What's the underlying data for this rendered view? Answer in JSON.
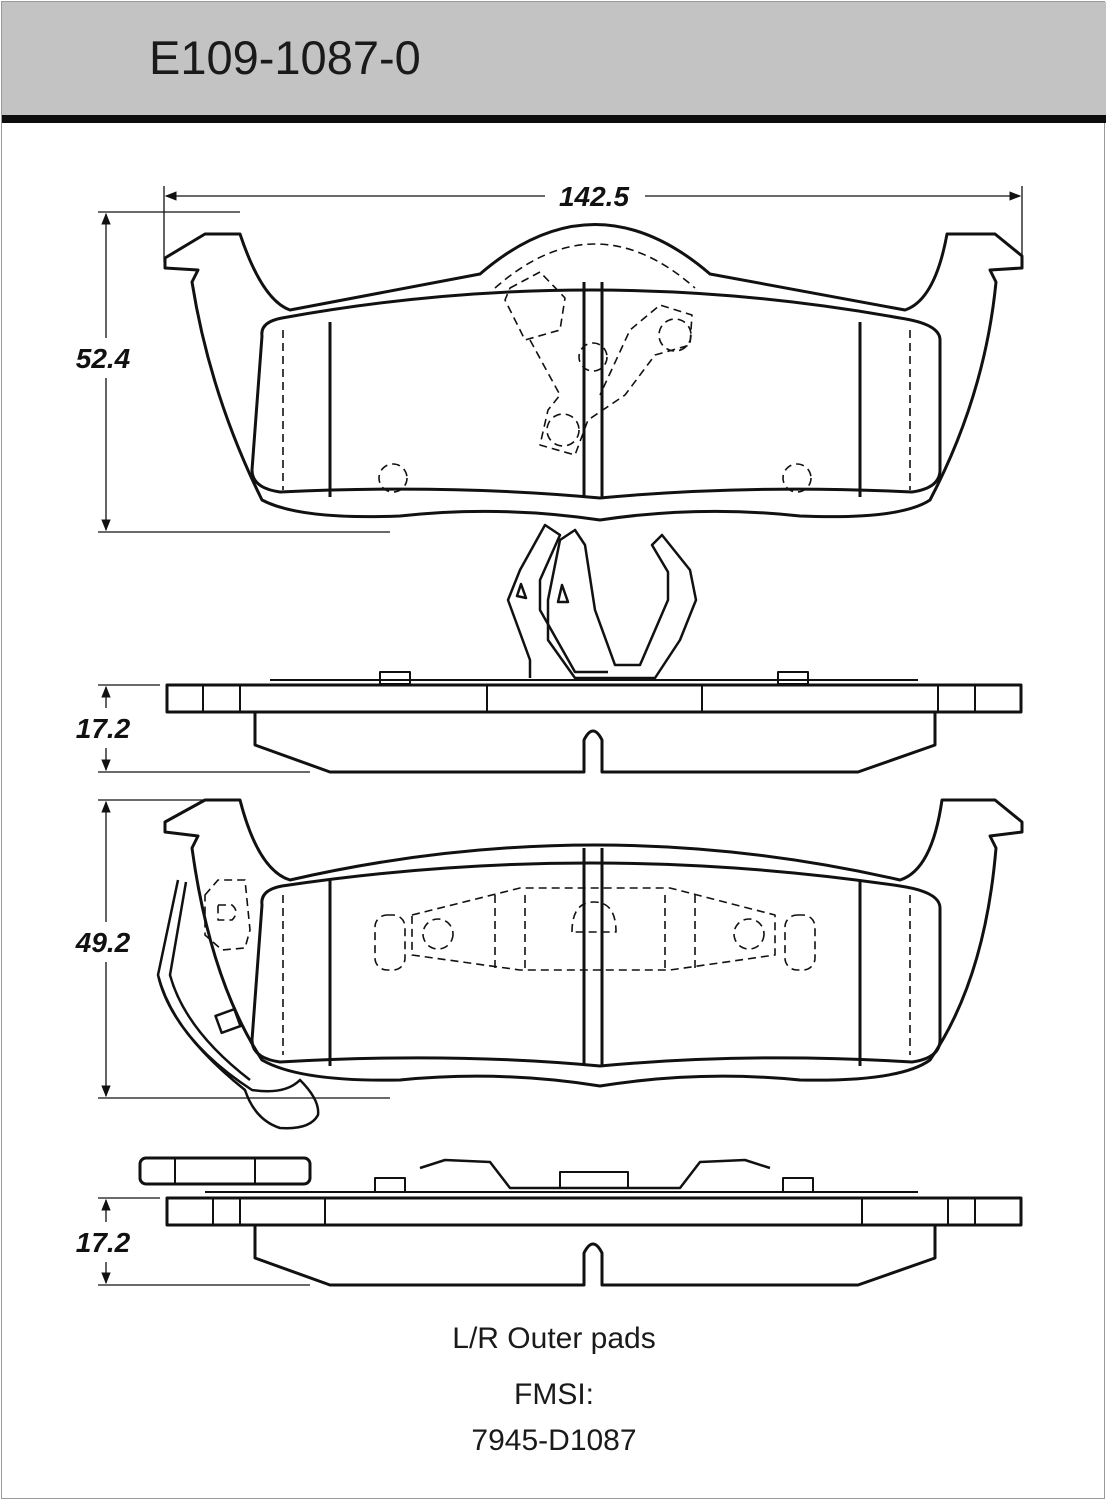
{
  "header": {
    "part_number": "E109-1087-0"
  },
  "dimensions": {
    "width": "142.5",
    "inner_pad_height": "52.4",
    "inner_pad_thickness": "17.2",
    "outer_pad_height": "49.2",
    "outer_pad_thickness": "17.2"
  },
  "caption": {
    "pad_type": "L/R Outer pads",
    "fmsi_label": "FMSI:",
    "fmsi_code": "7945-D1087"
  },
  "colors": {
    "header_bg": "#c3c3c3",
    "header_bar": "#0d0d0d",
    "line": "#111111"
  }
}
